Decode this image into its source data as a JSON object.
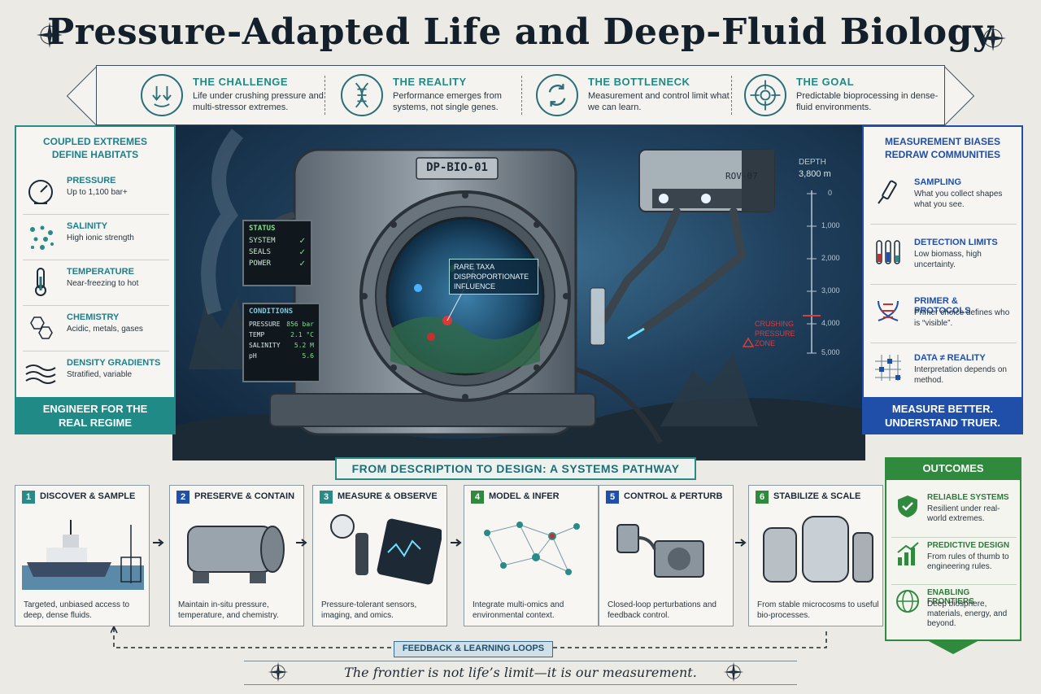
{
  "title": "Pressure-Adapted Life and Deep-Fluid Biology",
  "banner": [
    {
      "heading": "THE CHALLENGE",
      "text": "Life under crushing pressure and multi-stressor extremes.",
      "icon": "arrows-down-icon"
    },
    {
      "heading": "THE REALITY",
      "text": "Performance emerges from systems, not single genes.",
      "icon": "dna-icon"
    },
    {
      "heading": "THE BOTTLENECK",
      "text": "Measurement and control limit what we can learn.",
      "icon": "cycle-arrows-icon"
    },
    {
      "heading": "THE GOAL",
      "text": "Predictable bioprocessing in dense-fluid environments.",
      "icon": "target-icon"
    }
  ],
  "left_panel": {
    "heading": "COUPLED EXTREMES DEFINE HABITATS",
    "items": [
      {
        "heading": "PRESSURE",
        "text": "Up to 1,100 bar+",
        "icon": "gauge-icon"
      },
      {
        "heading": "SALINITY",
        "text": "High ionic strength",
        "icon": "particles-icon"
      },
      {
        "heading": "TEMPERATURE",
        "text": "Near-freezing to hot",
        "icon": "thermometer-icon"
      },
      {
        "heading": "CHEMISTRY",
        "text": "Acidic, metals, gases",
        "icon": "molecule-icon"
      },
      {
        "heading": "DENSITY GRADIENTS",
        "text": "Stratified, variable",
        "icon": "waves-icon"
      }
    ],
    "footer": "ENGINEER FOR THE REAL REGIME"
  },
  "right_panel": {
    "heading": "MEASUREMENT BIASES REDRAW COMMUNITIES",
    "items": [
      {
        "heading": "SAMPLING",
        "text": "What you collect shapes what you see.",
        "icon": "sampler-icon"
      },
      {
        "heading": "DETECTION LIMITS",
        "text": "Low biomass, high uncertainty.",
        "icon": "test-tubes-icon"
      },
      {
        "heading": "PRIMER & PROTOCOLS",
        "text": "Primer choice defines who is “visible”.",
        "icon": "dna-icon"
      },
      {
        "heading": "DATA ≠ REALITY",
        "text": "Interpretation depends on method.",
        "icon": "grid-data-icon"
      }
    ],
    "footer": "MEASURE BETTER. UNDERSTAND TRUER."
  },
  "scene": {
    "vessel_label": "DP-BIO-01",
    "rov_label": "ROV-07",
    "status": {
      "heading": "STATUS",
      "rows": [
        "SYSTEM",
        "SEALS",
        "POWER"
      ],
      "check": "✓"
    },
    "conditions": {
      "heading": "CONDITIONS",
      "rows": [
        {
          "label": "PRESSURE",
          "value": "856 bar"
        },
        {
          "label": "TEMP",
          "value": "2.1 °C"
        },
        {
          "label": "SALINITY",
          "value": "5.2 M"
        },
        {
          "label": "pH",
          "value": "5.6"
        }
      ]
    },
    "callout": "RARE TAXA DISPROPORTIONATE INFLUENCE",
    "depth": {
      "label": "DEPTH",
      "value": "3,800 m",
      "ticks": [
        "0",
        "1,000",
        "2,000",
        "3,000",
        "4,000",
        "5,000"
      ]
    },
    "warning": "CRUSHING PRESSURE ZONE"
  },
  "pathway": {
    "title": "FROM DESCRIPTION TO DESIGN: A SYSTEMS PATHWAY",
    "steps": [
      {
        "num": "1",
        "heading": "DISCOVER & SAMPLE",
        "text": "Targeted, unbiased access to deep, dense fluids.",
        "color": "#2a8a88"
      },
      {
        "num": "2",
        "heading": "PRESERVE & CONTAIN",
        "text": "Maintain in-situ pressure, temperature, and chemistry.",
        "color": "#1f4fa8"
      },
      {
        "num": "3",
        "heading": "MEASURE & OBSERVE",
        "text": "Pressure-tolerant sensors, imaging, and omics.",
        "color": "#2a8a88"
      },
      {
        "num": "4",
        "heading": "MODEL & INFER",
        "text": "Integrate multi-omics and environmental context.",
        "color": "#2f8a3e"
      },
      {
        "num": "5",
        "heading": "CONTROL & PERTURB",
        "text": "Closed-loop perturbations and feedback control.",
        "color": "#1f4fa8"
      },
      {
        "num": "6",
        "heading": "STABILIZE & SCALE",
        "text": "From stable microcosms to useful bio-processes.",
        "color": "#2f8a3e"
      }
    ],
    "feedback": "FEEDBACK & LEARNING LOOPS"
  },
  "outcomes": {
    "heading": "OUTCOMES",
    "items": [
      {
        "heading": "RELIABLE SYSTEMS",
        "text": "Resilient under real-world extremes.",
        "icon": "shield-check-icon"
      },
      {
        "heading": "PREDICTIVE DESIGN",
        "text": "From rules of thumb to engineering rules.",
        "icon": "bar-chart-up-icon"
      },
      {
        "heading": "ENABLING FRONTIERS",
        "text": "Deep biosphere, materials, energy, and beyond.",
        "icon": "globe-icon"
      }
    ]
  },
  "tagline": "The frontier is not life’s limit—it is our measurement.",
  "colors": {
    "teal": "#2a8a88",
    "blue": "#1f4fa8",
    "green": "#2f8a3e",
    "navy": "#13202c"
  }
}
